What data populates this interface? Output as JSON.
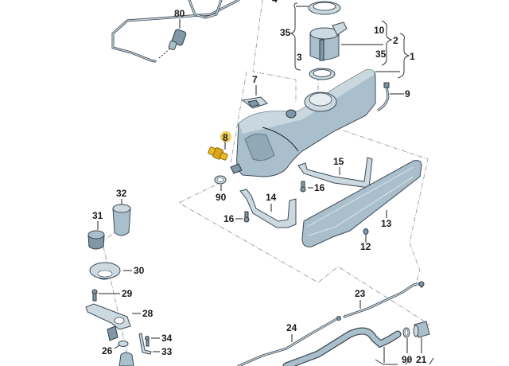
{
  "diagram": {
    "title": "Fuel tank exploded parts diagram",
    "highlight_color": "#e8b923",
    "highlighted_part": "8",
    "labels": {
      "p80": "80",
      "p4": "4",
      "p35a": "35",
      "p3": "3",
      "p10": "10",
      "p35b": "35",
      "p2": "2",
      "p1": "1",
      "p7": "7",
      "p9": "9",
      "p8": "8",
      "p90a": "90",
      "p15": "15",
      "p16a": "16",
      "p14": "14",
      "p16b": "16",
      "p13": "13",
      "p12": "12",
      "p32": "32",
      "p31": "31",
      "p30": "30",
      "p29": "29",
      "p28": "28",
      "p34": "34",
      "p33": "33",
      "p26": "26",
      "p23": "23",
      "p24": "24",
      "p90b": "90",
      "p21": "21"
    }
  }
}
